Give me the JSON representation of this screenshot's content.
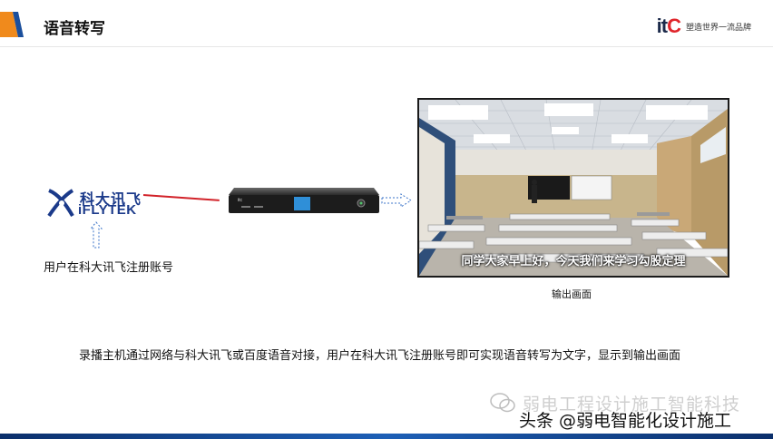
{
  "header": {
    "title": "语音转写",
    "brand_logo_i": "it",
    "brand_logo_c": "C",
    "brand_slogan": "塑造世界一流品牌"
  },
  "left": {
    "iflytek_cn": "科大讯飞",
    "iflytek_en": "iFLYTEK",
    "caption": "用户在科大讯飞注册账号"
  },
  "device": {
    "brand_mark": "itc"
  },
  "output": {
    "subtitle": "同学大家早上好，今天我们来学习勾股定理",
    "caption": "输出画面"
  },
  "description": "录播主机通过网络与科大讯飞或百度语音对接，用户在科大讯飞注册账号即可实现语音转写为文字，显示到输出画面",
  "watermark": {
    "line1": "弱电工程设计施工智能科技",
    "line2": "头条 @弱电智能化设计施工"
  },
  "colors": {
    "accent_orange": "#f08a1c",
    "accent_blue": "#1b4f9c",
    "line_red": "#d2232a",
    "bottom_bar": "#0b2f6b"
  }
}
